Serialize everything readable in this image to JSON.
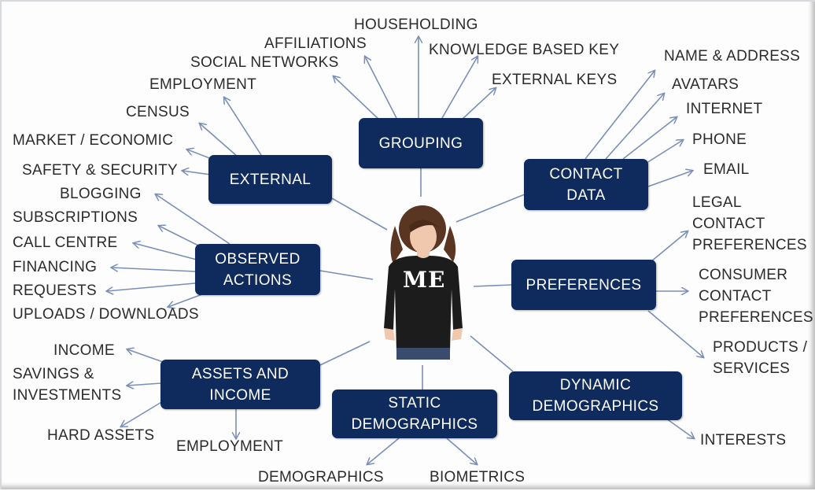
{
  "center": {
    "label": "ME"
  },
  "hubs": {
    "grouping": "GROUPING",
    "external": "EXTERNAL",
    "contact_data": "CONTACT\nDATA",
    "observed_actions": "OBSERVED\nACTIONS",
    "preferences": "PREFERENCES",
    "assets_and_income": "ASSETS AND\nINCOME",
    "static_demographics": "STATIC\nDEMOGRAPHICS",
    "dynamic_demographics": "DYNAMIC\nDEMOGRAPHICS"
  },
  "grouping_items": [
    "HOUSEHOLDING",
    "AFFILIATIONS",
    "SOCIAL NETWORKS",
    "KNOWLEDGE BASED KEY",
    "EXTERNAL KEYS"
  ],
  "external_items": [
    "EMPLOYMENT",
    "CENSUS",
    "MARKET / ECONOMIC",
    "SAFETY & SECURITY"
  ],
  "contact_items": [
    "NAME & ADDRESS",
    "AVATARS",
    "INTERNET",
    "PHONE",
    "EMAIL"
  ],
  "observed_items": [
    "BLOGGING",
    "SUBSCRIPTIONS",
    "CALL CENTRE",
    "FINANCING",
    "REQUESTS",
    "UPLOADS / DOWNLOADS"
  ],
  "preferences_items": [
    "LEGAL\nCONTACT\nPREFERENCES",
    "CONSUMER\nCONTACT\nPREFERENCES",
    "PRODUCTS /\nSERVICES"
  ],
  "assets_items": [
    "INCOME",
    "SAVINGS &\nINVESTMENTS",
    "HARD ASSETS",
    "EMPLOYMENT"
  ],
  "static_items": [
    "DEMOGRAPHICS",
    "BIOMETRICS"
  ],
  "dynamic_items": [
    "INTERESTS"
  ],
  "colors": {
    "hub_fill": "#0f2a5c",
    "hub_text": "#ffffff",
    "arrow": "#7a8fb8",
    "label_text": "#2b2b2b"
  }
}
